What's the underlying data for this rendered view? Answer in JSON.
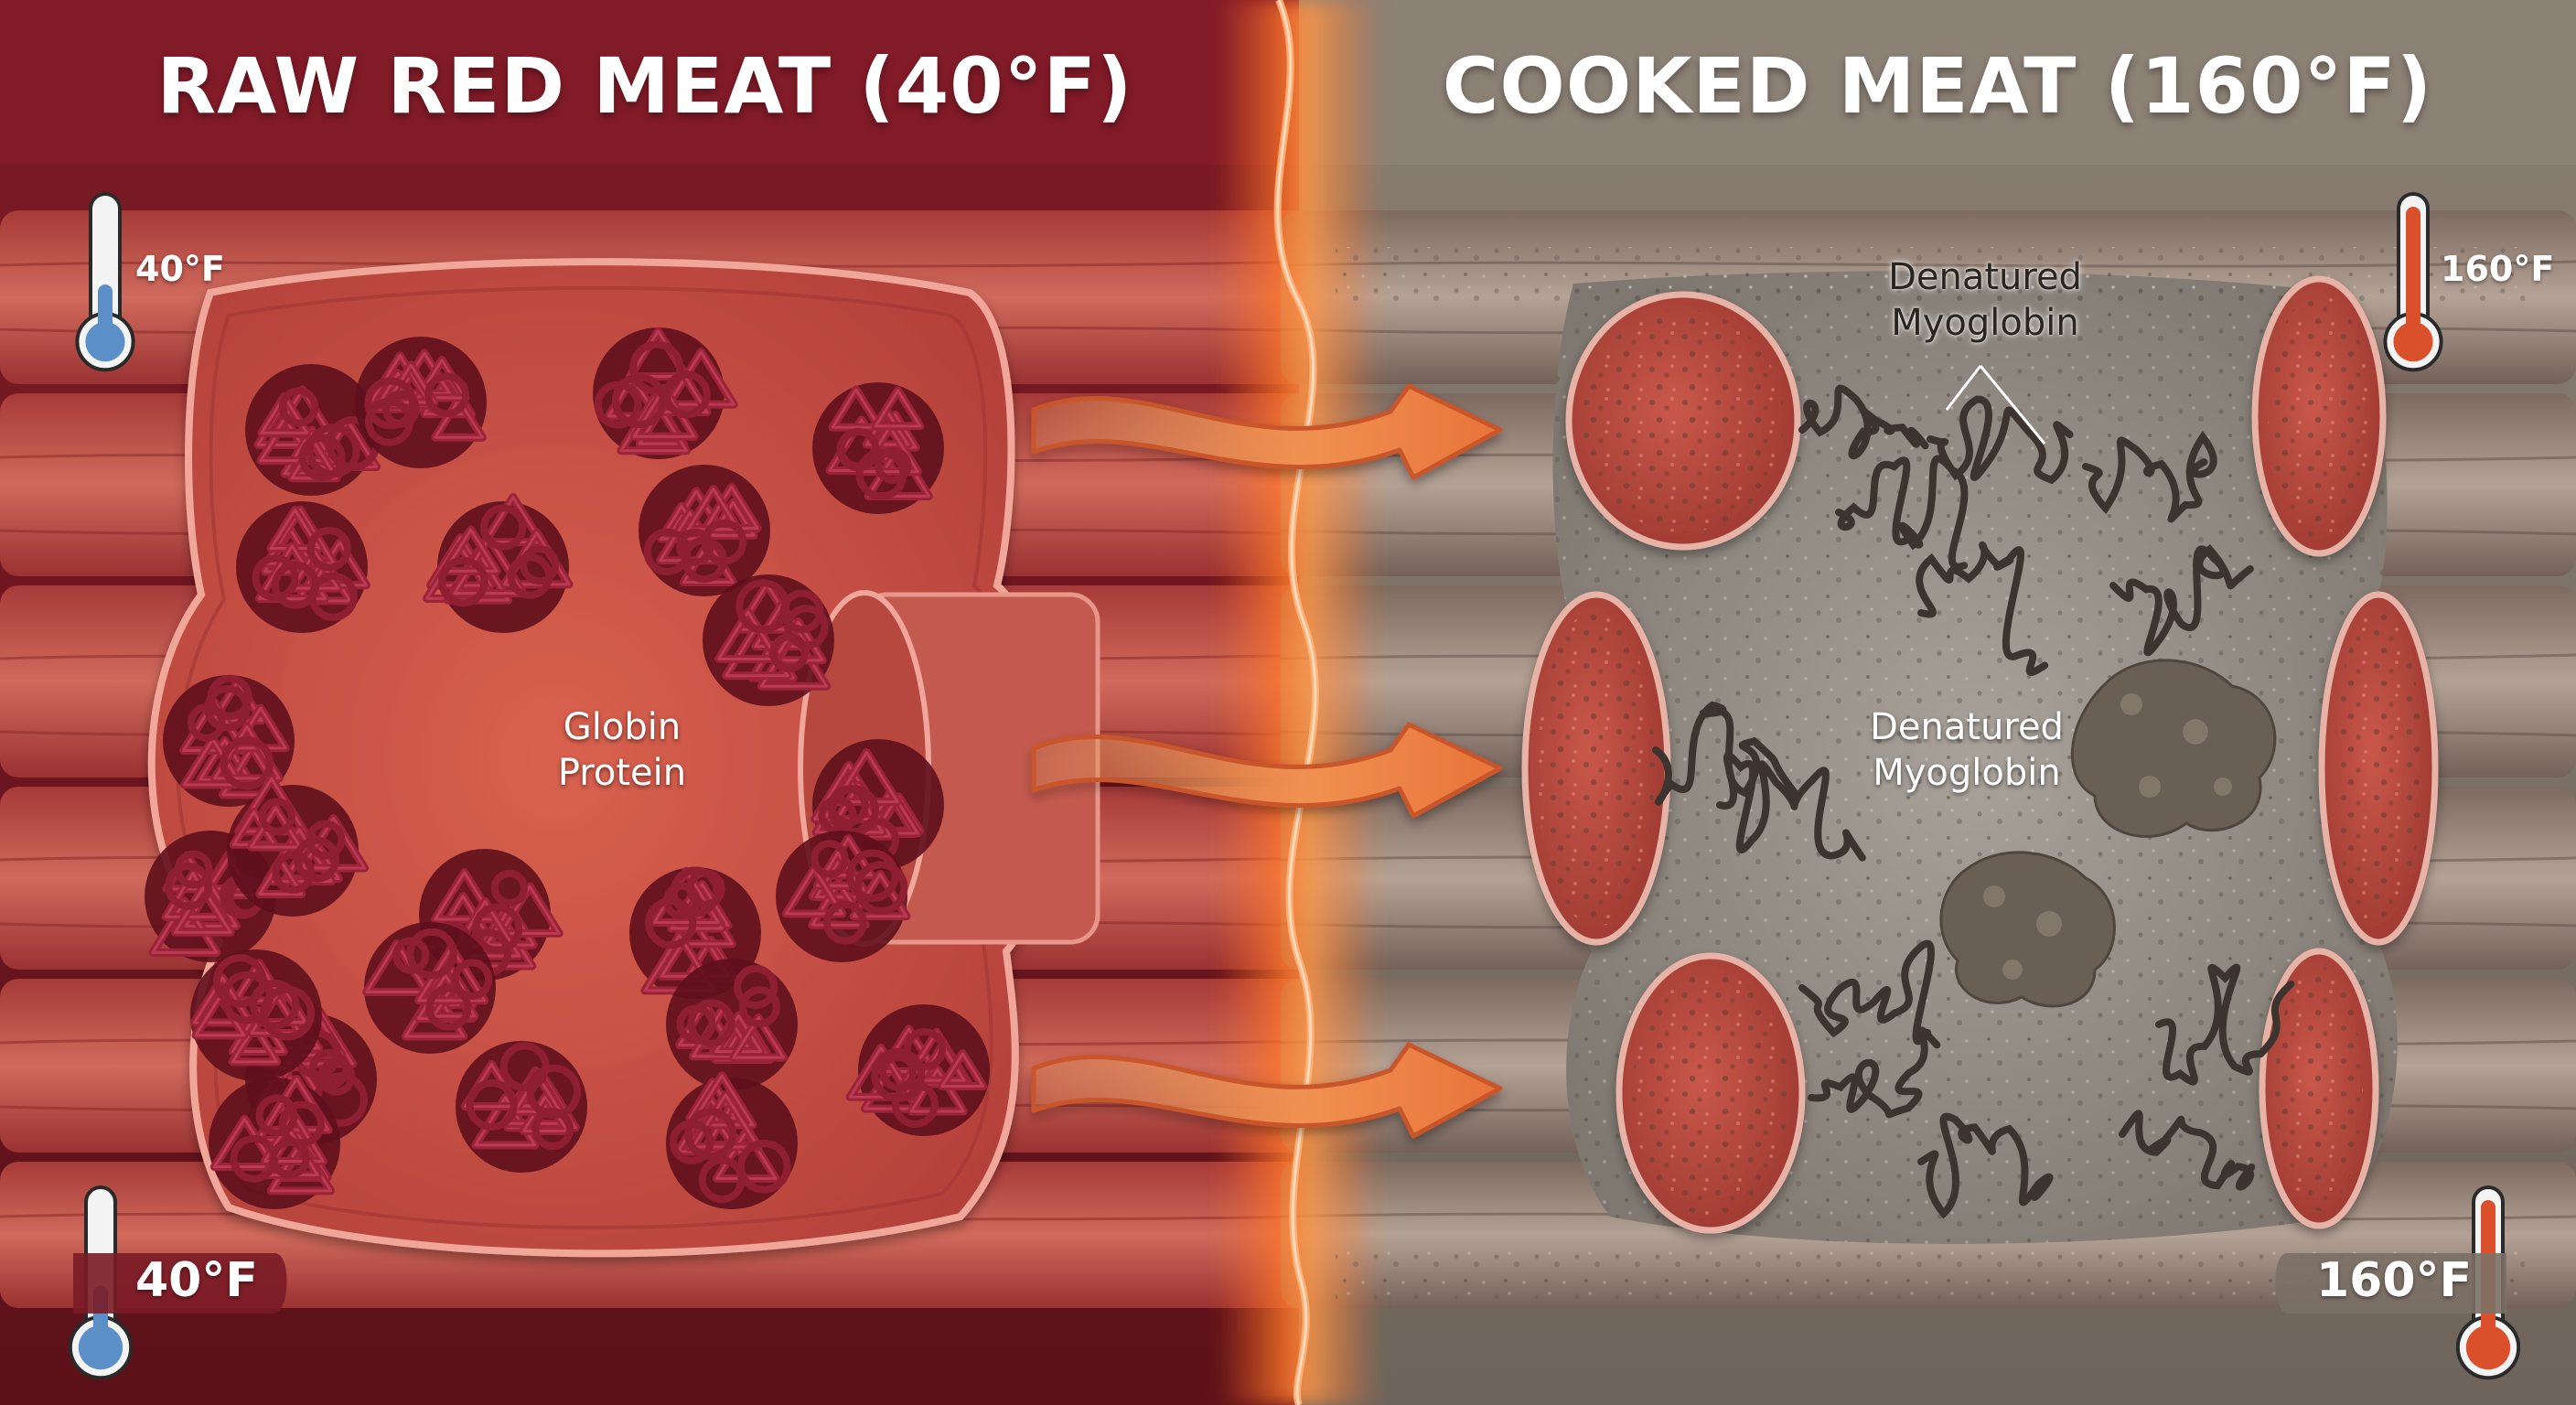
{
  "panels": {
    "left": {
      "title": "RAW RED MEAT (40°F)",
      "temp_top": "40°F",
      "temp_bottom": "40°F",
      "label": [
        "Globin",
        "Protein"
      ]
    },
    "right": {
      "title": "COOKED MEAT (160°F)",
      "temp_top": "160°F",
      "temp_bottom": "160°F",
      "label_top": [
        "Denatured",
        "Myoglobin"
      ],
      "label_center": [
        "Denatured",
        "Myoglobin"
      ]
    }
  },
  "colors": {
    "raw_red": "#7a1626",
    "raw_muscle": "#c8584c",
    "cooked_gray": "#8a7f74",
    "arrow_orange": "#e8733a",
    "glow": "#ff7a2a",
    "thermo_cold": "#5b8fc7",
    "thermo_hot": "#d9502a"
  },
  "icons": [
    "thermometer-cold-icon",
    "thermometer-hot-icon",
    "transition-arrow-icon"
  ]
}
